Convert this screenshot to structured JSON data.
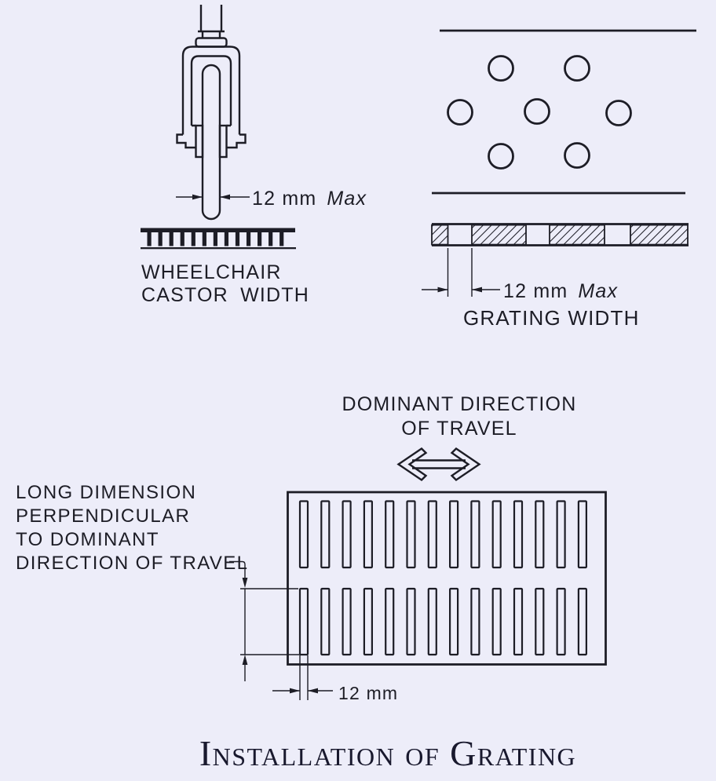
{
  "title": "Installation of Grating",
  "colors": {
    "background": "#EDEDF9",
    "line": "#1D1D26",
    "title_text": "#19192E"
  },
  "figures": {
    "castor": {
      "dim_value": "12 mm",
      "dim_qualifier": "Max",
      "caption_line1": "WHEELCHAIR",
      "caption_line2": "CASTOR WIDTH"
    },
    "grating_width": {
      "hole_count": 7,
      "dim_value": "12 mm",
      "dim_qualifier": "Max",
      "caption": "GRATING WIDTH"
    },
    "installation": {
      "direction_line1": "DOMINANT DIRECTION",
      "direction_line2": "OF TRAVEL",
      "note_line1": "LONG DIMENSION",
      "note_line2": "PERPENDICULAR",
      "note_line3": "TO DOMINANT",
      "note_line4": "DIRECTION OF TRAVEL",
      "slot_dim": "12 mm",
      "slot_columns": 14,
      "slot_rows": 2
    }
  }
}
